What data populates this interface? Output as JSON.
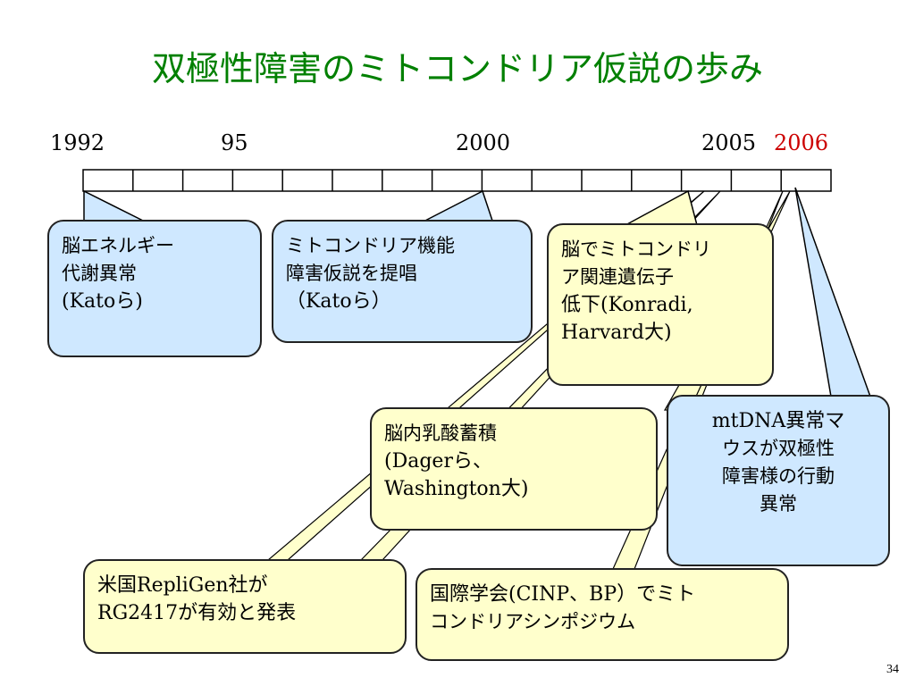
{
  "title": "双極性障害のミトコンドリア仮説の歩み",
  "timeline": {
    "years": [
      {
        "label": "1992",
        "color": "#000000"
      },
      {
        "label": "95",
        "color": "#000000"
      },
      {
        "label": "2000",
        "color": "#000000"
      },
      {
        "label": "2005",
        "color": "#000000"
      },
      {
        "label": "2006",
        "color": "#cc0000"
      }
    ]
  },
  "events": [
    {
      "id": "kato-1992",
      "lines": [
        "脳エネルギー",
        "代謝異常",
        "(Katoら)"
      ]
    },
    {
      "id": "kato-2000",
      "lines": [
        "ミトコンドリア機能",
        "障害仮説を提唱",
        "（Katoら）"
      ]
    },
    {
      "id": "konradi",
      "lines": [
        "脳でミトコンドリ",
        "ア関連遺伝子",
        "低下(Konradi,",
        "Harvard大)"
      ]
    },
    {
      "id": "mtdna-mouse",
      "lines": [
        "mtDNA異常マ",
        "ウスが双極性",
        "障害様の行動",
        "異常"
      ]
    },
    {
      "id": "dager",
      "lines": [
        "脳内乳酸蓄積",
        "(Dagerら、",
        "Washington大)"
      ]
    },
    {
      "id": "repligen",
      "lines": [
        "米国RepliGen社が",
        "RG2417が有効と発表"
      ]
    },
    {
      "id": "cinp",
      "lines": [
        "国際学会(CINP、BP）でミト",
        "コンドリアシンポジウム"
      ]
    }
  ],
  "page_number": "34",
  "colors": {
    "title": "#008000",
    "highlight_year": "#cc0000",
    "callout_blue": "#cfe8ff",
    "callout_yellow": "#ffffcc"
  }
}
